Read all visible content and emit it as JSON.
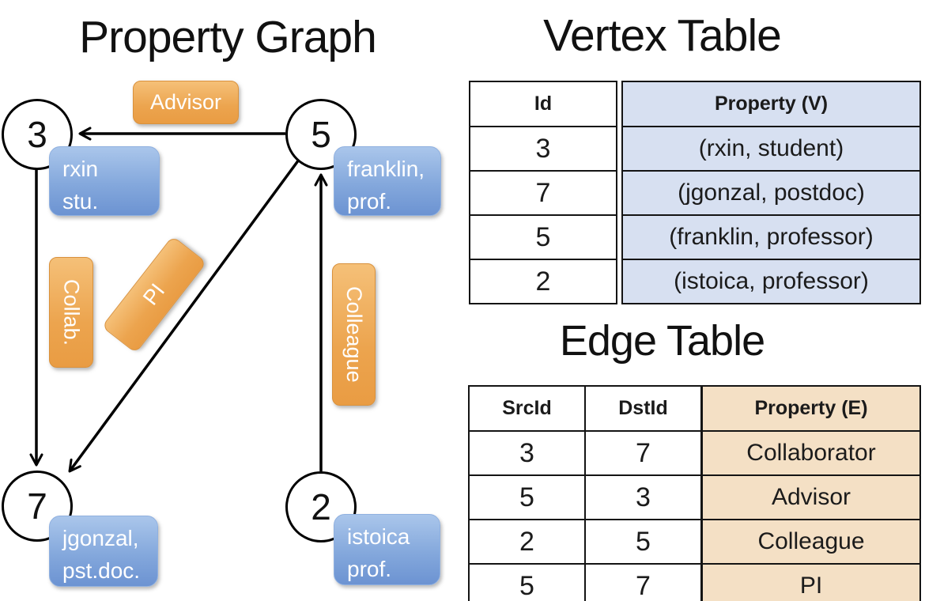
{
  "titles": {
    "graph": "Property Graph",
    "vertex_table": "Vertex Table",
    "edge_table": "Edge Table"
  },
  "colors": {
    "edge_label_orange": "#eca44e",
    "node_property_blue": "#84a8dc",
    "vertex_table_fill": "#d7e0f1",
    "edge_table_fill": "#f4e0c5",
    "line_black": "#000000"
  },
  "graph": {
    "nodes": [
      {
        "id": "3",
        "prop_line1": "rxin",
        "prop_line2": "stu."
      },
      {
        "id": "5",
        "prop_line1": "franklin,",
        "prop_line2": "prof."
      },
      {
        "id": "7",
        "prop_line1": "jgonzal,",
        "prop_line2": "pst.doc."
      },
      {
        "id": "2",
        "prop_line1": "istoica",
        "prop_line2": "prof."
      }
    ],
    "edge_labels": {
      "advisor": "Advisor",
      "collab": "Collab.",
      "pi": "PI",
      "colleague": "Colleague"
    }
  },
  "vertex_table": {
    "headers": {
      "id": "Id",
      "property": "Property (V)"
    },
    "rows": [
      {
        "id": "3",
        "property": "(rxin, student)"
      },
      {
        "id": "7",
        "property": "(jgonzal, postdoc)"
      },
      {
        "id": "5",
        "property": "(franklin, professor)"
      },
      {
        "id": "2",
        "property": "(istoica, professor)"
      }
    ]
  },
  "edge_table": {
    "headers": {
      "src": "SrcId",
      "dst": "DstId",
      "property": "Property (E)"
    },
    "rows": [
      {
        "src": "3",
        "dst": "7",
        "property": "Collaborator"
      },
      {
        "src": "5",
        "dst": "3",
        "property": "Advisor"
      },
      {
        "src": "2",
        "dst": "5",
        "property": "Colleague"
      },
      {
        "src": "5",
        "dst": "7",
        "property": "PI"
      }
    ]
  }
}
